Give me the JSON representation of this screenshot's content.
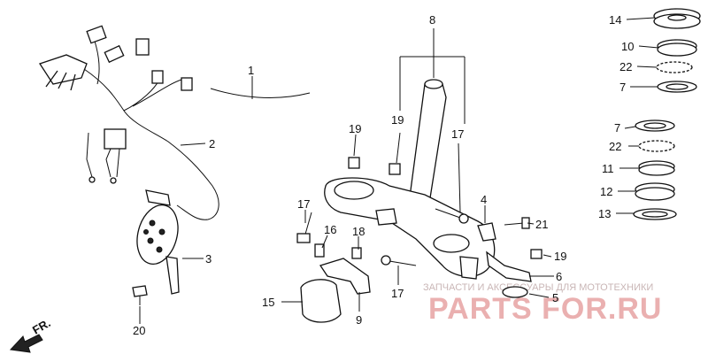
{
  "callouts": [
    {
      "id": "c14",
      "text": "14"
    },
    {
      "id": "c10",
      "text": "10"
    },
    {
      "id": "c22a",
      "text": "22"
    },
    {
      "id": "c7a",
      "text": "7"
    },
    {
      "id": "c7b",
      "text": "7"
    },
    {
      "id": "c22b",
      "text": "22"
    },
    {
      "id": "c11",
      "text": "11"
    },
    {
      "id": "c12",
      "text": "12"
    },
    {
      "id": "c13",
      "text": "13"
    },
    {
      "id": "c8",
      "text": "8"
    },
    {
      "id": "c19a",
      "text": "19"
    },
    {
      "id": "c17a",
      "text": "17"
    },
    {
      "id": "c19b",
      "text": "19"
    },
    {
      "id": "c1",
      "text": "1"
    },
    {
      "id": "c2",
      "text": "2"
    },
    {
      "id": "c3",
      "text": "3"
    },
    {
      "id": "c4",
      "text": "4"
    },
    {
      "id": "c21",
      "text": "21"
    },
    {
      "id": "c17b",
      "text": "17"
    },
    {
      "id": "c16",
      "text": "16"
    },
    {
      "id": "c18",
      "text": "18"
    },
    {
      "id": "c19c",
      "text": "19"
    },
    {
      "id": "c6",
      "text": "6"
    },
    {
      "id": "c5",
      "text": "5"
    },
    {
      "id": "c17c",
      "text": "17"
    },
    {
      "id": "c15",
      "text": "15"
    },
    {
      "id": "c9",
      "text": "9"
    },
    {
      "id": "c20",
      "text": "20"
    }
  ],
  "orientation": {
    "label": "FR."
  },
  "watermark": {
    "tagline": "ЗАПЧАСТИ И АКСЕССУАРЫ ДЛЯ МОТОТЕХНИКИ",
    "brand": "PARTS FOR.RU",
    "color": "#e8a0a0"
  }
}
